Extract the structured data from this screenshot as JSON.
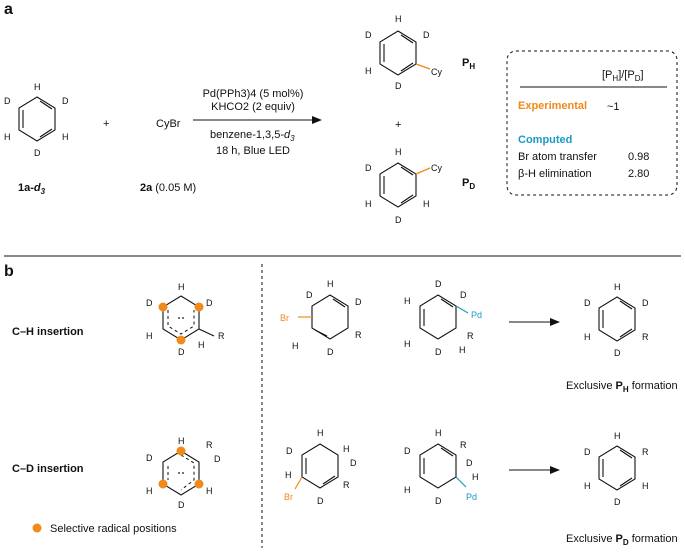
{
  "panels": {
    "a": "a",
    "b": "b"
  },
  "reaction": {
    "reactant1_label": "1a-",
    "reactant1_label_sub": "d",
    "reactant1_label_subsub": "3",
    "plus": "+",
    "reactant2": "CyBr",
    "reactant2_label": "2a",
    "reactant2_conc": "(0.05 M)",
    "conditions": [
      "Pd(PPh3)4 (5 mol%)",
      "KHCO2 (2 equiv)"
    ],
    "solvent": "benzene-1,3,5-",
    "solvent_sub": "d",
    "solvent_subsub": "3",
    "time": "18 h, Blue LED",
    "product_H": "P",
    "product_H_sub": "H",
    "product_D": "P",
    "product_D_sub": "D",
    "products_plus": "+"
  },
  "table": {
    "header": "[PH]/[PD]",
    "experimental_label": "Experimental",
    "experimental_value": "~1",
    "computed_label": "Computed",
    "rows": [
      {
        "label": "Br atom transfer",
        "value": "0.98"
      },
      {
        "label": "β-H elimination",
        "value": "2.80"
      }
    ]
  },
  "panel_b": {
    "ch_label": "C–H insertion",
    "cd_label": "C–D insertion",
    "legend": "Selective radical positions",
    "exclusive_H": "Exclusive ",
    "exclusive_D": "Exclusive ",
    "formation": " formation"
  },
  "atoms": {
    "H": "H",
    "D": "D",
    "R": "R",
    "Br": "Br",
    "Pd": "Pd",
    "Cy": "Cy"
  },
  "colors": {
    "orange": "#ef8a1b",
    "blue": "#1a9bc4"
  }
}
